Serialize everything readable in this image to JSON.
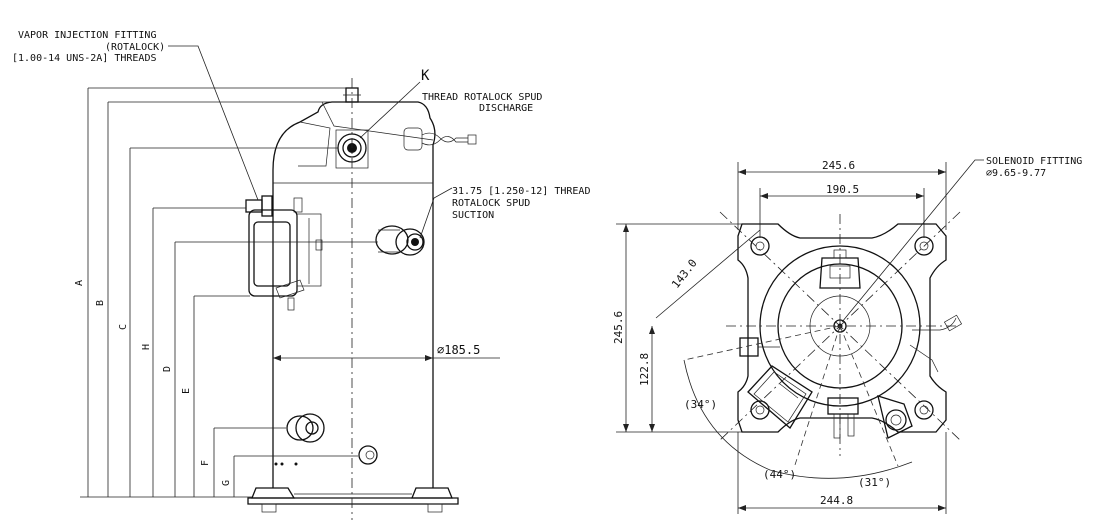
{
  "callouts": {
    "vapor_line1": "VAPOR INJECTION FITTING",
    "vapor_line2": "(ROTALOCK)",
    "vapor_line3": "[1.00-14 UNS-2A] THREADS",
    "k_letter": "K",
    "discharge_line1": "THREAD ROTALOCK SPUD",
    "discharge_line2": "DISCHARGE",
    "suction_line1": "31.75 [1.250-12] THREAD",
    "suction_line2": "ROTALOCK SPUD",
    "suction_line3": "SUCTION",
    "solenoid_line1": "SOLENOID FITTING",
    "solenoid_line2": "∅9.65-9.77"
  },
  "side_view": {
    "dim_letters": [
      "A",
      "B",
      "C",
      "H",
      "D",
      "E",
      "F",
      "G"
    ],
    "diameter_label": "∅185.5"
  },
  "top_view": {
    "width_top": "245.6",
    "width_inner": "190.5",
    "width_bottom": "244.8",
    "height_left": "245.6",
    "height_mid": "122.8",
    "diagonal": "143.0",
    "angle_left": "(34°)",
    "angle_bottom_left": "(44°)",
    "angle_bottom_right": "(31°)"
  }
}
